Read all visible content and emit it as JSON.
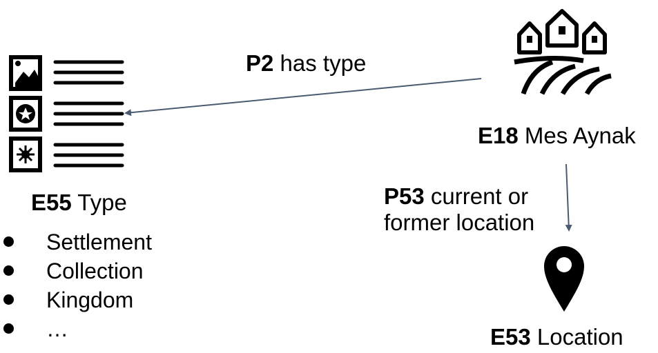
{
  "nodes": {
    "type": {
      "code": "E55",
      "name": "Type",
      "icon": "type-list-icon"
    },
    "site": {
      "code": "E18",
      "name": "Mes Aynak",
      "icon": "settlement-houses-icon"
    },
    "location": {
      "code": "E53",
      "name": "Location",
      "icon": "map-pin-icon"
    }
  },
  "edges": {
    "has_type": {
      "code": "P2",
      "name": "has type",
      "from": "E18",
      "to": "E55"
    },
    "location": {
      "code": "P53",
      "name_line1": "current or",
      "name_line2": "former location",
      "from": "E18",
      "to": "E53"
    }
  },
  "type_examples": [
    "Settlement",
    "Collection",
    "Kingdom",
    "…"
  ],
  "colors": {
    "arrow": "#4a5a70",
    "ink": "#000000"
  }
}
